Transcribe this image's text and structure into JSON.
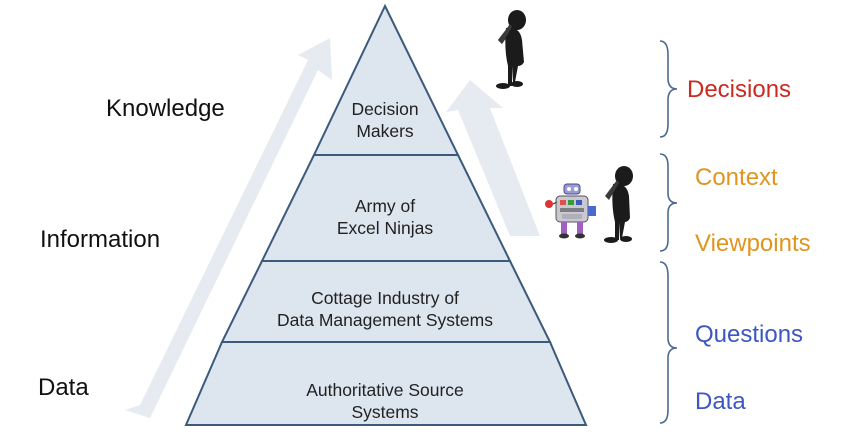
{
  "left_labels": {
    "knowledge": "Knowledge",
    "information": "Information",
    "data": "Data"
  },
  "pyramid": {
    "tiers": [
      {
        "line1": "Decision",
        "line2": "Makers"
      },
      {
        "line1": "Army of",
        "line2": "Excel Ninjas"
      },
      {
        "line1": "Cottage Industry of",
        "line2": "Data Management Systems"
      },
      {
        "line1": "Authoritative Source",
        "line2": "Systems"
      }
    ]
  },
  "right_labels": {
    "decisions": "Decisions",
    "context": "Context",
    "viewpoints": "Viewpoints",
    "questions": "Questions",
    "data": "Data"
  },
  "colors": {
    "tier_fill": "#dde5ee",
    "tier_stroke": "#3c5a7c",
    "arrow_fill": "#e6ebf1",
    "brace_stroke": "#4a6a90",
    "decisions": "#cc2a1f",
    "context": "#e0951e",
    "viewpoints": "#e0951e",
    "questions": "#3d57c2",
    "data_right": "#3d57c2"
  },
  "icons": {
    "thinker_top": "thinking-figure-icon",
    "thinker_mid": "thinking-figure-icon",
    "robot": "robot-icon"
  }
}
